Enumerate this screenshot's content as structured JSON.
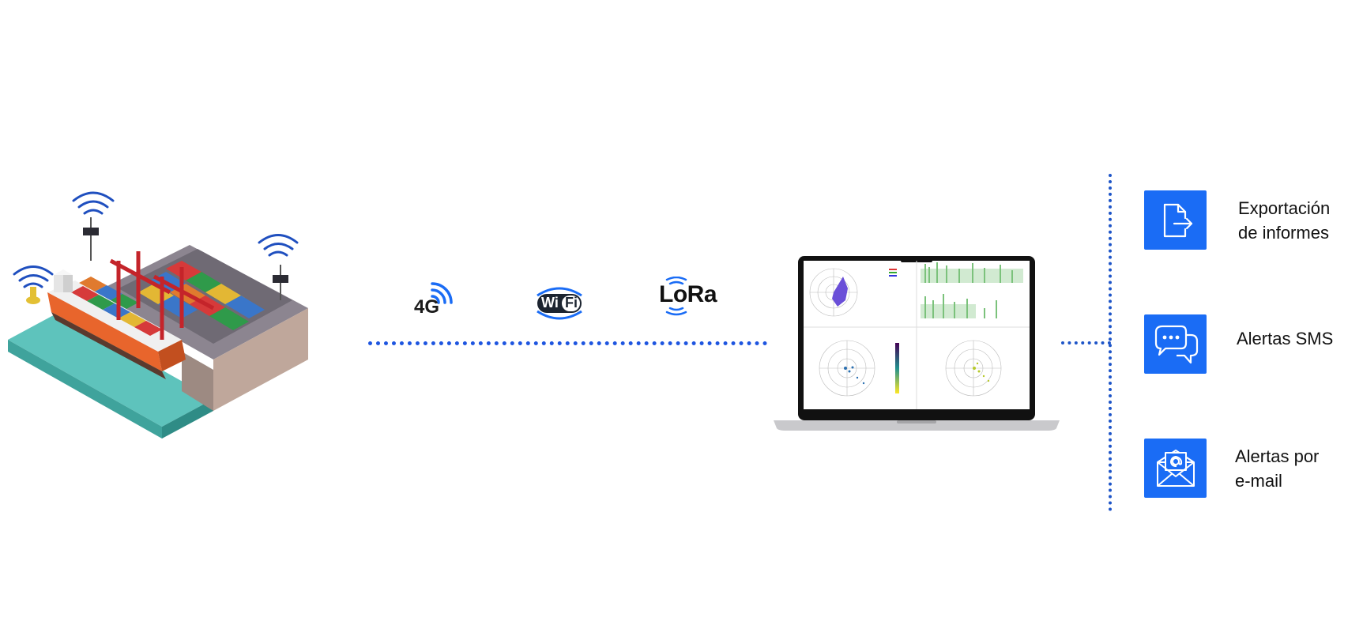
{
  "connectivity": {
    "g4": "4G",
    "wifi_left": "Wi",
    "wifi_right": "Fi",
    "lora": "LoRa"
  },
  "outputs": [
    {
      "label_line1": "Exportación",
      "label_line2": "de informes",
      "icon": "file-export-icon"
    },
    {
      "label_line1": "Alertas SMS",
      "label_line2": "",
      "icon": "chat-bubbles-icon"
    },
    {
      "label_line1": "Alertas por",
      "label_line2": "e-mail",
      "icon": "envelope-at-icon"
    }
  ],
  "colors": {
    "accent_blue": "#1a6cf5",
    "dot_blue": "#1e55e0",
    "signal_blue": "#1f4fbf",
    "water": "#5cc4bd"
  }
}
